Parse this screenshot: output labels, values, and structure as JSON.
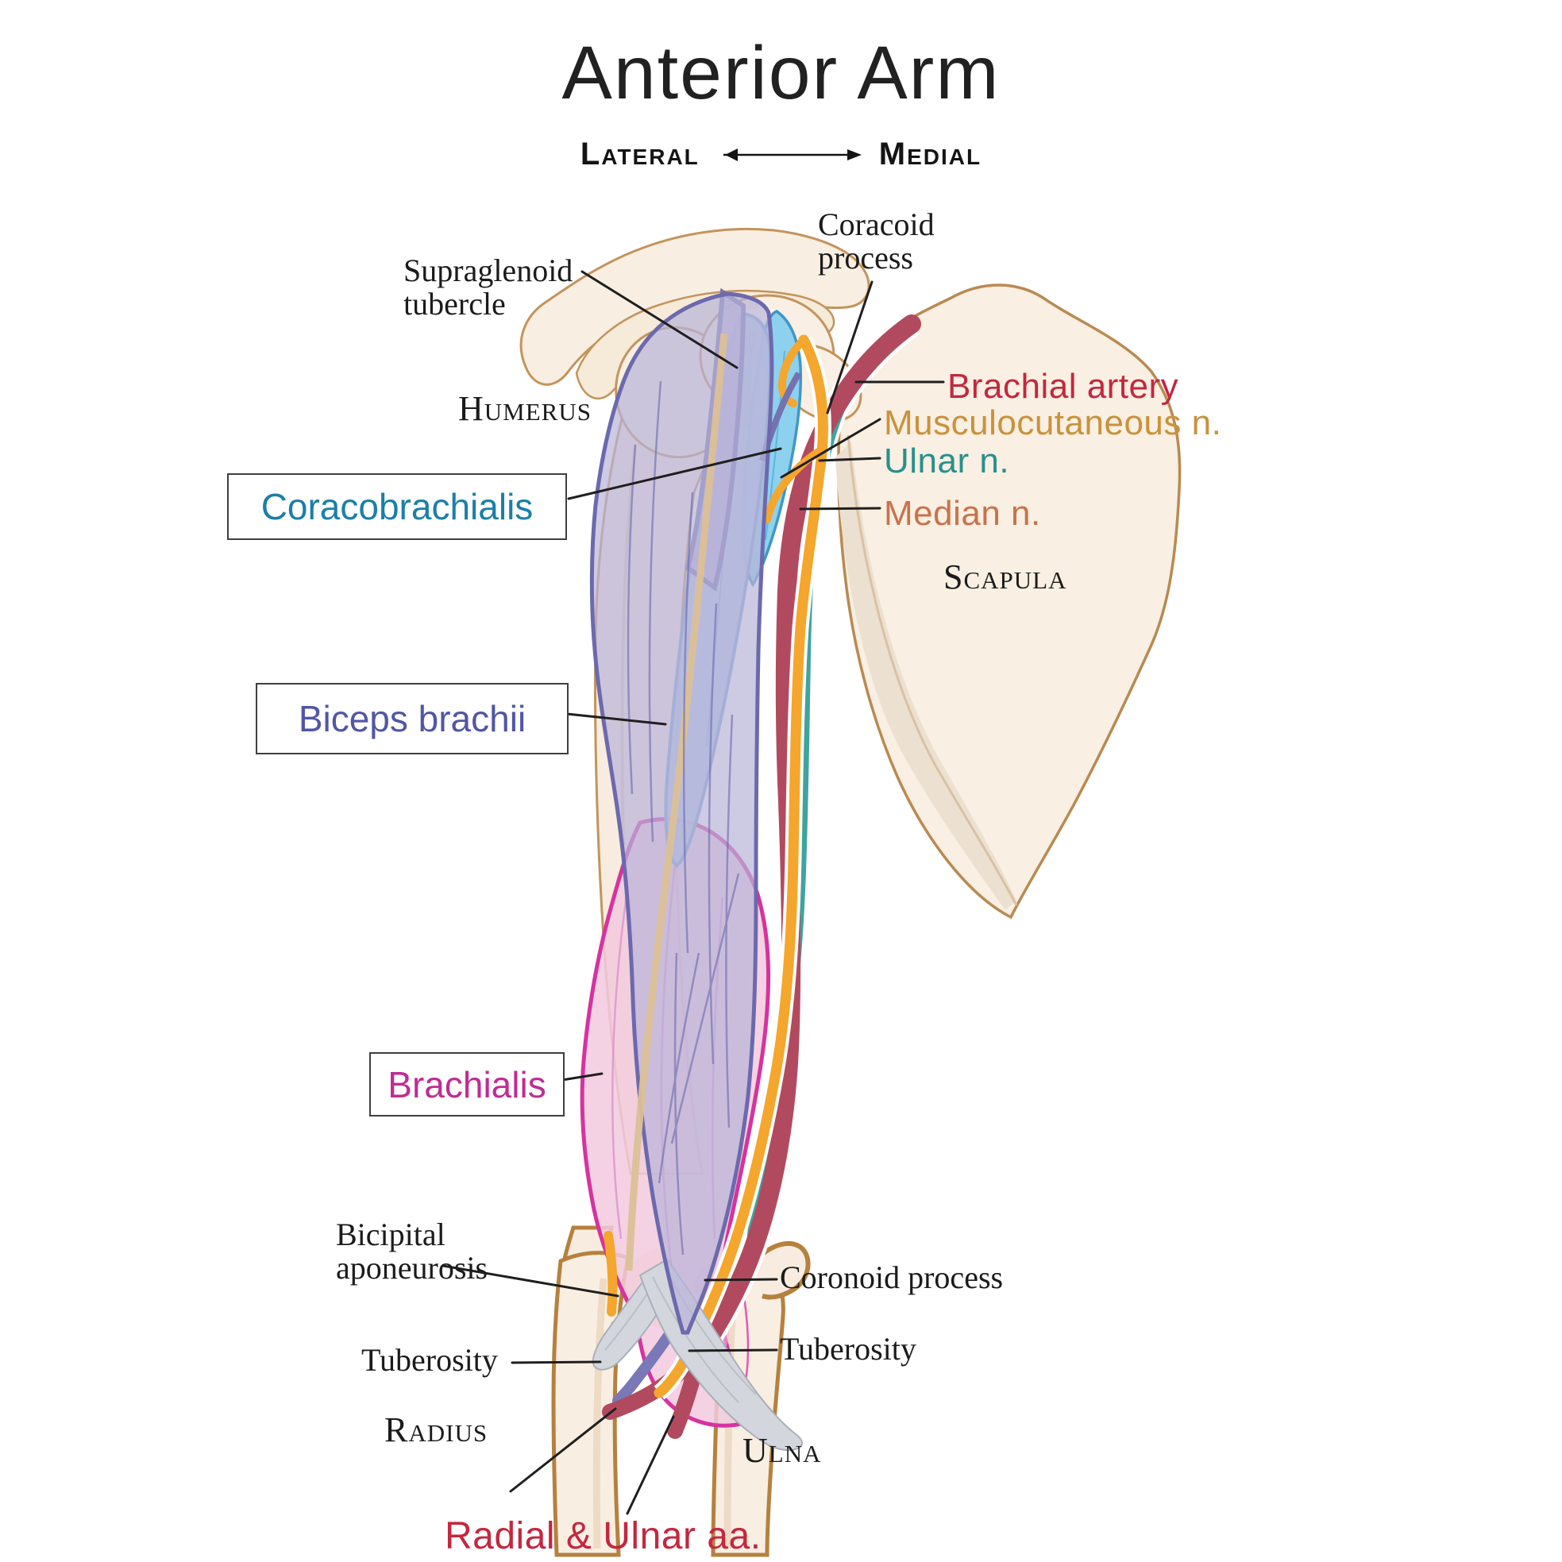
{
  "header": {
    "title": "Anterior Arm",
    "orientation_left": "Lateral",
    "orientation_right": "Medial"
  },
  "labels": {
    "coracoid_process": {
      "line1": "Coracoid",
      "line2": "process"
    },
    "supraglenoid_tubercle": {
      "line1": "Supraglenoid",
      "line2": "tubercle"
    },
    "humerus": "Humerus",
    "coracobrachialis": "Coracobrachialis",
    "brachial_artery": "Brachial artery",
    "musculocutaneous_n": "Musculocutaneous n.",
    "ulnar_n": "Ulnar n.",
    "median_n": "Median n.",
    "scapula": "Scapula",
    "biceps_brachii": "Biceps brachii",
    "brachialis": "Brachialis",
    "bicipital_aponeurosis": {
      "line1": "Bicipital",
      "line2": "aponeurosis"
    },
    "tuberosity_left": "Tuberosity",
    "coronoid_process": "Coronoid process",
    "tuberosity_right": "Tuberosity",
    "radius": "Radius",
    "ulna": "Ulna",
    "radial_ulnar_aa": "Radial & Ulnar aa."
  },
  "colors": {
    "brachial_artery_label": "#c4273f",
    "musculocutaneous_label": "#c9923c",
    "ulnar_nerve_label": "#28908c",
    "median_nerve_label": "#c8734c",
    "coracobrachialis_label": "#1b7fa8",
    "biceps_brachii_label": "#5156a5",
    "brachialis_label": "#c02c92",
    "radial_ulnar_label": "#c4273f",
    "artery_vessel": "#b24a5f",
    "nerve_orange": "#f5a62d",
    "nerve_teal": "#3fa3a1",
    "muscle_lavender": "#b8b3d8",
    "muscle_blue": "#aac7e7",
    "muscle_cyan": "#8dd1ee",
    "muscle_pink": "#f2cade",
    "bone_fill": "#f9efe2",
    "bone_outline": "#c3945c"
  }
}
